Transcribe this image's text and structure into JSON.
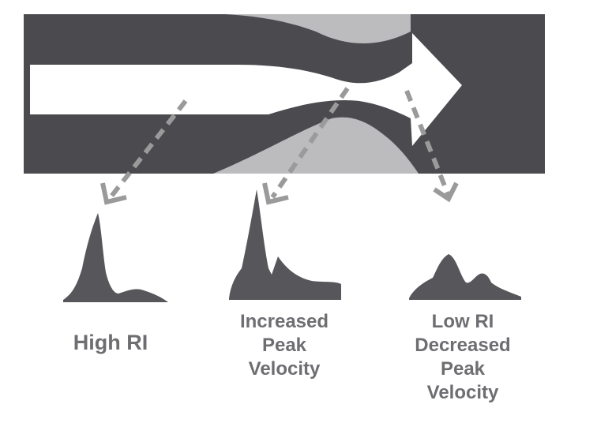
{
  "labels": {
    "left": [
      "High RI"
    ],
    "middle": [
      "Increased",
      "Peak",
      "Velocity"
    ],
    "right": [
      "Low RI",
      "Decreased",
      "Peak",
      "Velocity"
    ]
  },
  "colors": {
    "vessel_dark": "#4a4a4f",
    "plaque_light": "#bcbcbf",
    "flow_arrow": "#ffffff",
    "waveform": "#56565b",
    "dashed_arrow": "#9a9a9a",
    "text": "#6e6e72"
  }
}
